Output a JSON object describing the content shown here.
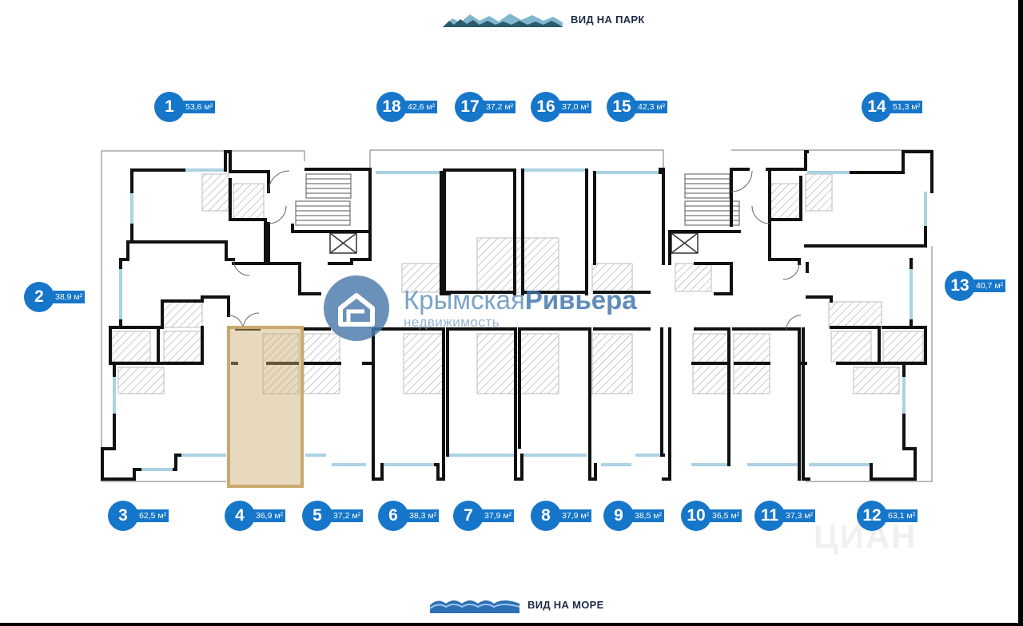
{
  "orientation": {
    "top_label": "ВИД НА ПАРК",
    "bottom_label": "ВИД НА МОРЕ"
  },
  "apartments": [
    {
      "id": "apt-1",
      "number": "1",
      "area": "53,6 м²"
    },
    {
      "id": "apt-2",
      "number": "2",
      "area": "38,9 м²"
    },
    {
      "id": "apt-3",
      "number": "3",
      "area": "62,5 м²"
    },
    {
      "id": "apt-4",
      "number": "4",
      "area": "36,9 м²"
    },
    {
      "id": "apt-5",
      "number": "5",
      "area": "37,2 м²"
    },
    {
      "id": "apt-6",
      "number": "6",
      "area": "38,3 м²"
    },
    {
      "id": "apt-7",
      "number": "7",
      "area": "37,9 м²"
    },
    {
      "id": "apt-8",
      "number": "8",
      "area": "37,9 м²"
    },
    {
      "id": "apt-9",
      "number": "9",
      "area": "38,5 м²"
    },
    {
      "id": "apt-10",
      "number": "10",
      "area": "36,5 м²"
    },
    {
      "id": "apt-11",
      "number": "11",
      "area": "37,3 м²"
    },
    {
      "id": "apt-12",
      "number": "12",
      "area": "63,1 м²"
    },
    {
      "id": "apt-13",
      "number": "13",
      "area": "40,7 м²"
    },
    {
      "id": "apt-14",
      "number": "14",
      "area": "51,3 м²"
    },
    {
      "id": "apt-15",
      "number": "15",
      "area": "42,3 м²"
    },
    {
      "id": "apt-16",
      "number": "16",
      "area": "37,0 м²"
    },
    {
      "id": "apt-17",
      "number": "17",
      "area": "37,2 м²"
    },
    {
      "id": "apt-18",
      "number": "18",
      "area": "42,6 м²"
    }
  ],
  "highlighted_apartment": "4",
  "logo": {
    "title_light": "Крымская",
    "title_bold": "Ривьера",
    "subtitle": "недвижимость"
  },
  "watermark": "ЦИАН",
  "colors": {
    "badge": "#1676c9",
    "wall": "#111111",
    "window": "#a9d3e3",
    "highlight": "#c9a96e"
  }
}
